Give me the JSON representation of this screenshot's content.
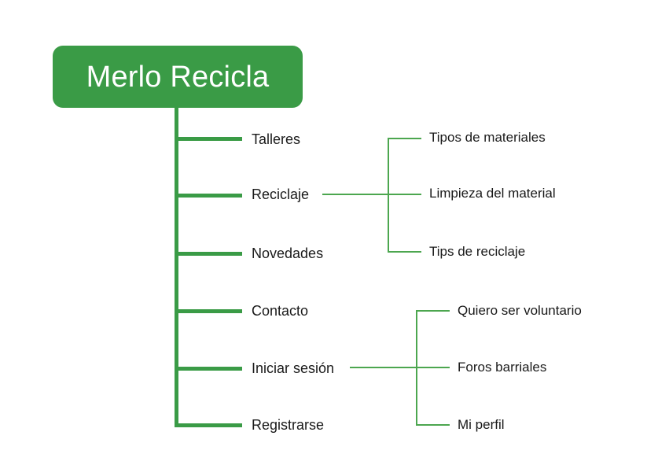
{
  "diagram": {
    "title": "Merlo Recicla",
    "type": "sitemap-tree",
    "colors": {
      "trunk_green": "#3a9b46",
      "branch_green": "#4ca64f",
      "root_fill": "#3a9b46",
      "root_text": "#ffffff",
      "label_text": "#1a1a1a",
      "background": "#ffffff"
    }
  },
  "root": {
    "label": "Merlo Recicla"
  },
  "level1": [
    {
      "label": "Talleres"
    },
    {
      "label": "Reciclaje"
    },
    {
      "label": "Novedades"
    },
    {
      "label": "Contacto"
    },
    {
      "label": "Iniciar sesión"
    },
    {
      "label": "Registrarse"
    }
  ],
  "group_reciclaje": {
    "parent": "Reciclaje",
    "children": [
      {
        "label": "Tipos de materiales"
      },
      {
        "label": "Limpieza del material"
      },
      {
        "label": "Tips de reciclaje"
      }
    ]
  },
  "group_sesion": {
    "parent": "Iniciar sesión",
    "children": [
      {
        "label": "Quiero ser voluntario"
      },
      {
        "label": "Foros barriales"
      },
      {
        "label": "Mi perfil"
      }
    ]
  }
}
